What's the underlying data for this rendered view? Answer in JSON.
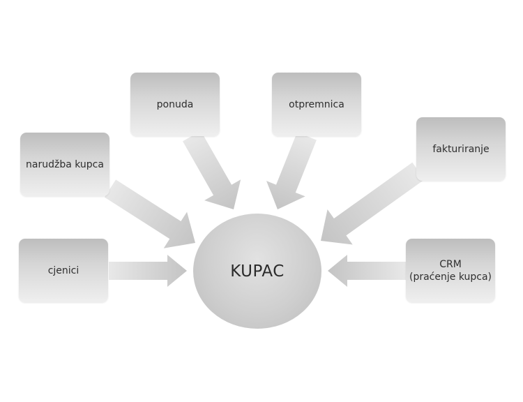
{
  "center": {
    "label": "KUPAC"
  },
  "nodes": [
    {
      "id": "ponuda",
      "label": "ponuda"
    },
    {
      "id": "otpremnica",
      "label": "otpremnica"
    },
    {
      "id": "narudzba",
      "label": "narudžba kupca"
    },
    {
      "id": "fakturiranje",
      "label": "fakturiranje"
    },
    {
      "id": "cjenici",
      "label": "cjenici"
    },
    {
      "id": "crm",
      "label": "CRM\n(praćenje kupca)"
    }
  ],
  "colors": {
    "box_top": "#bdbdbd",
    "box_bottom": "#efefef",
    "arrow_tail": "#e6e6e6",
    "arrow_head": "#c6c6c6",
    "text": "#2e2e2e"
  }
}
